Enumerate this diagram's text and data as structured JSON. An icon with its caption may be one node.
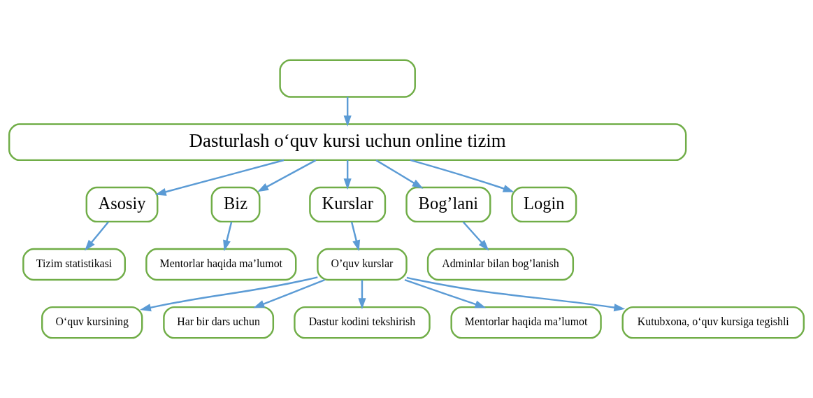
{
  "diagram": {
    "nodes": [
      {
        "text": [],
        "shape": "box"
      },
      {
        "text": [
          "Dasturlash o‘quv kursi uchun online tizim"
        ]
      },
      {
        "text": [
          "Asosiy"
        ]
      },
      {
        "text": [
          "Biz"
        ]
      },
      {
        "text": [
          "Kurslar"
        ]
      },
      {
        "text": [
          "Bog’lani"
        ]
      },
      {
        "text": [
          "Login"
        ]
      },
      {
        "text": [
          "Tizim statistikasi"
        ]
      },
      {
        "text": [
          "Mentorlar haqida ma’lumot"
        ]
      },
      {
        "text": [
          "O’quv kurslar"
        ]
      },
      {
        "text": [
          "Adminlar bilan bog’lanish"
        ]
      },
      {
        "text": [
          "O‘quv kursining"
        ]
      },
      {
        "text": [
          "Har bir dars uchun"
        ]
      },
      {
        "text": [
          "Dastur kodini tekshirish"
        ]
      },
      {
        "text": [
          "Mentorlar haqida ma’lumot"
        ]
      },
      {
        "text": [
          "Kutubxona, o‘quv kursiga tegishli"
        ]
      }
    ],
    "edges": [
      {
        "from": 0,
        "to": 1,
        "arrow": "to"
      },
      {
        "from": 1,
        "to": 2,
        "arrow": "to"
      },
      {
        "from": 1,
        "to": 3,
        "arrow": "to"
      },
      {
        "from": 1,
        "to": 4,
        "arrow": "to"
      },
      {
        "from": 1,
        "to": 5,
        "arrow": "to"
      },
      {
        "from": 1,
        "to": 6,
        "arrow": "to"
      },
      {
        "from": 2,
        "to": 7,
        "arrow": "to"
      },
      {
        "from": 3,
        "to": 8,
        "arrow": "to"
      },
      {
        "from": 4,
        "to": 9,
        "arrow": "to"
      },
      {
        "from": 5,
        "to": 10,
        "arrow": "to"
      },
      {
        "from": 9,
        "to": 11,
        "arrow": "to"
      },
      {
        "from": 9,
        "to": 12,
        "arrow": "to"
      },
      {
        "from": 9,
        "to": 13,
        "arrow": "to"
      },
      {
        "from": 9,
        "to": 14,
        "arrow": "to"
      },
      {
        "from": 9,
        "to": 15,
        "arrow": "to"
      }
    ]
  }
}
